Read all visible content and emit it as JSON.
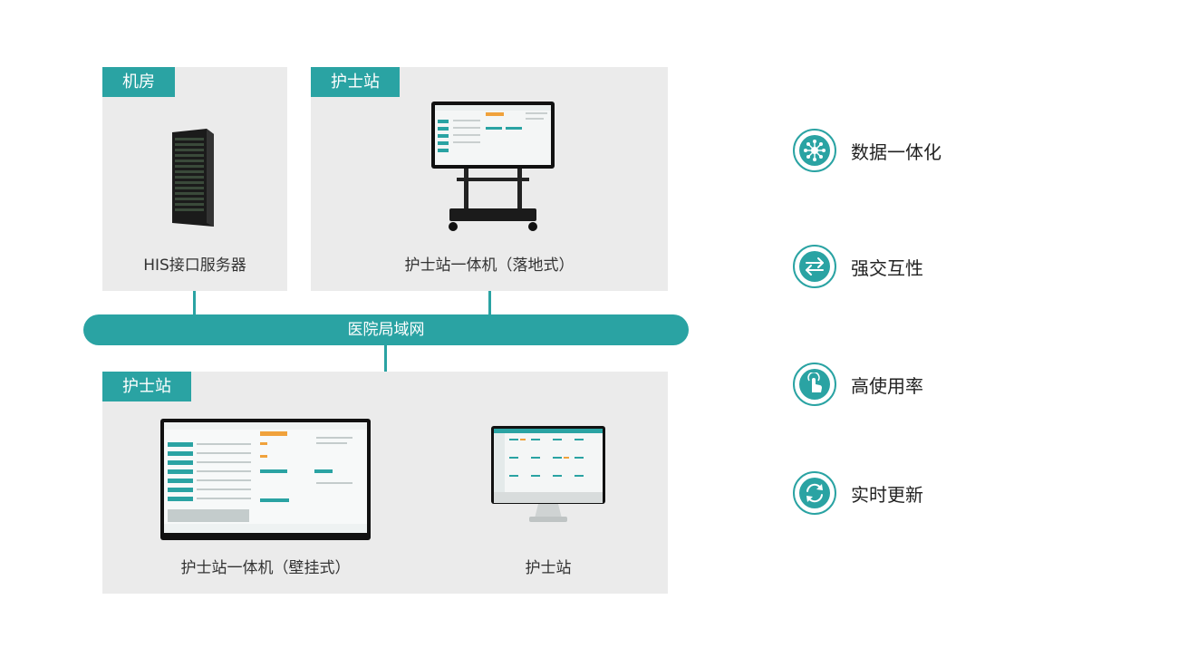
{
  "panels": {
    "server_room": {
      "tag": "机房",
      "device_caption": "HIS接口服务器"
    },
    "nurse_station_top": {
      "tag": "护士站",
      "device_caption": "护士站一体机（落地式）"
    },
    "nurse_station_bottom": {
      "tag": "护士站",
      "wall_caption": "护士站一体机（壁挂式）",
      "desktop_caption": "护士站"
    }
  },
  "network": {
    "label": "医院局域网"
  },
  "features": [
    {
      "label": "数据一体化",
      "icon": "network-nodes-icon"
    },
    {
      "label": "强交互性",
      "icon": "swap-arrows-icon"
    },
    {
      "label": "高使用率",
      "icon": "touch-hand-icon"
    },
    {
      "label": "实时更新",
      "icon": "refresh-icon"
    }
  ],
  "colors": {
    "accent": "#2aa3a3",
    "panel": "#ebebeb"
  }
}
